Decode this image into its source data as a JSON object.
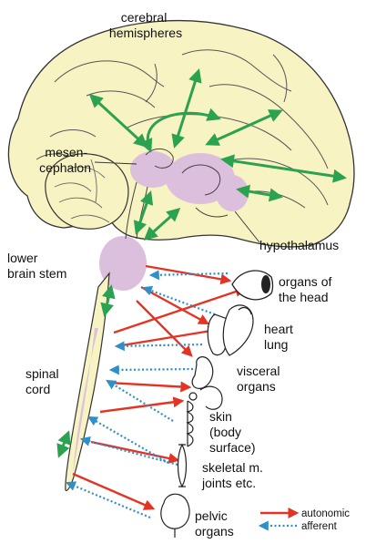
{
  "regions": {
    "cerebral": [
      "cerebral",
      "hemispheres"
    ],
    "mesencephalon": [
      "mesen-",
      "cephalon"
    ],
    "hypothalamus": [
      "hypothalamus"
    ],
    "lower_brain_stem": [
      "lower",
      "brain stem"
    ],
    "spinal_cord": [
      "spinal",
      "cord"
    ]
  },
  "targets": {
    "head": [
      "organs of",
      "the head"
    ],
    "heart_lung": [
      "heart",
      "lung"
    ],
    "visceral": [
      "visceral",
      "organs"
    ],
    "skin": [
      "skin",
      "(body",
      "surface)"
    ],
    "skeletal": [
      "skeletal m.",
      "joints etc."
    ],
    "pelvic": [
      "pelvic",
      "organs"
    ]
  },
  "legend": {
    "autonomic": "autonomic",
    "afferent": "afferent"
  },
  "colors": {
    "brain_fill": "#f7f3c2",
    "nucleus_fill": "#dcbfdc",
    "central_arrow": "#2aa24f",
    "autonomic_arrow": "#e53323",
    "afferent_arrow": "#2f8fc8",
    "outline": "#333333"
  }
}
